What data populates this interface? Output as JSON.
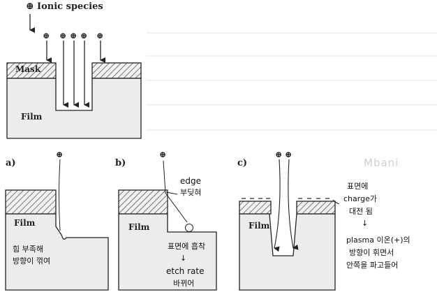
{
  "top": {
    "ionic_label": "Ionic species",
    "ion_symbol": "⊕",
    "mask_label": "Mask",
    "film_label": "Film"
  },
  "panel_a": {
    "tag": "a)",
    "film_label": "Film",
    "note_line1": "힘 부족해",
    "note_line2": "방향이 꺾여"
  },
  "panel_b": {
    "tag": "b)",
    "film_label": "Film",
    "edge_line1": "edge",
    "edge_line2": "부딪혀",
    "note_line1": "표면에 흡착",
    "note_arrow": "↓",
    "note_line2": "etch rate",
    "note_line3": "바뀌어"
  },
  "panel_c": {
    "tag": "c)",
    "film_label": "Film",
    "note_line1": "표면에",
    "note_line2": "charge가",
    "note_line3": "대전 됨",
    "note_arrow": "↓",
    "note_line4": "plasma 이온(+)의",
    "note_line5": "방향이 휘면서",
    "note_line6": "안쪽을 파고들어"
  },
  "watermark": "Mbani",
  "colors": {
    "film": "#ececec",
    "mask_hatch": "#444444",
    "line": "#222222",
    "ruled_line": "#e6e6e6"
  }
}
